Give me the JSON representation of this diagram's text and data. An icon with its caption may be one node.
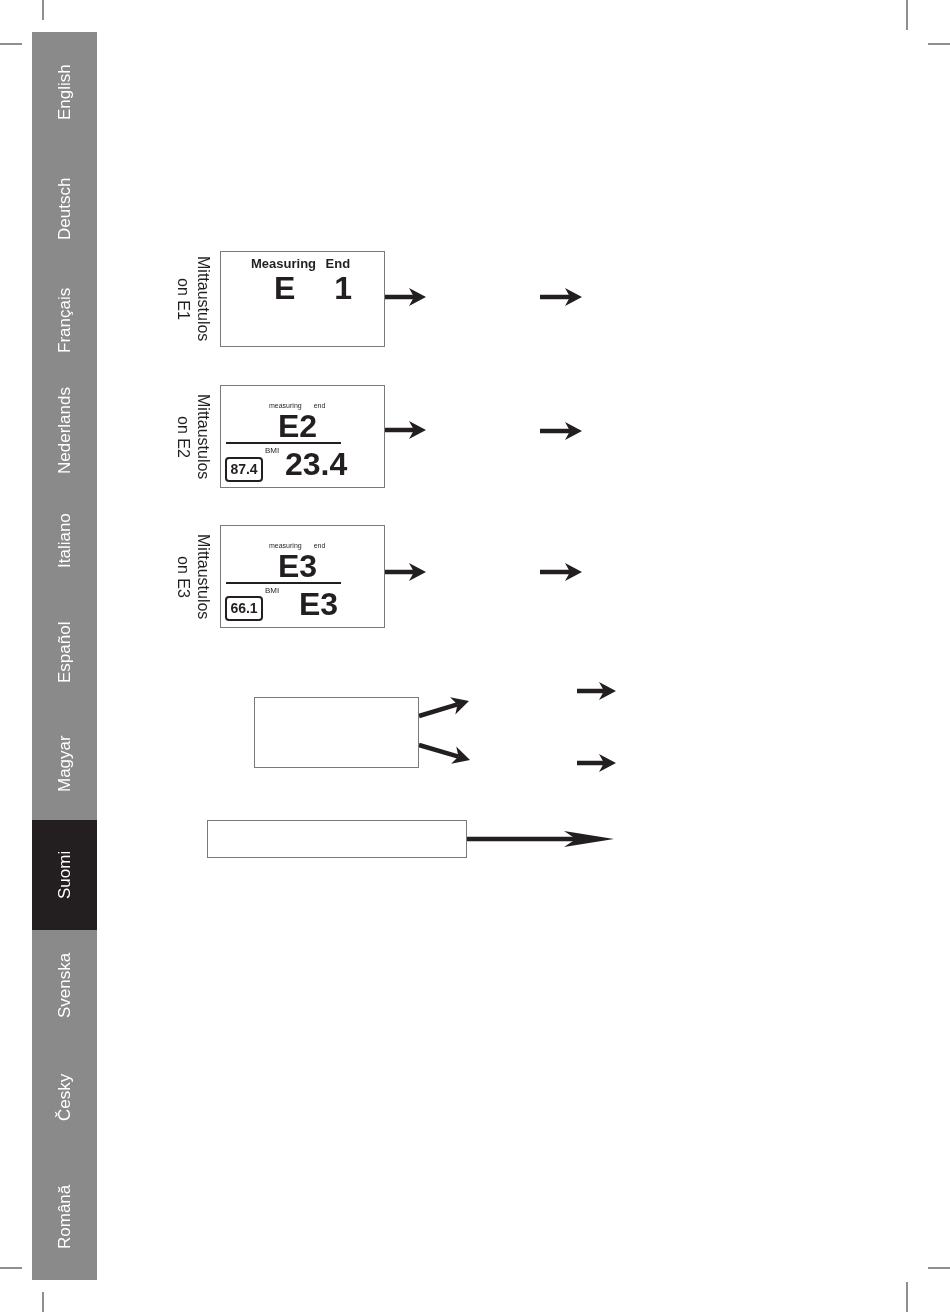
{
  "diagram": {
    "nodes": [
      {
        "text": [
          "Measuring End",
          "E 1"
        ],
        "beside": [
          "Mittaustulos on E1"
        ]
      },
      {
        "text": [
          "measuring end",
          "E2",
          "87.4",
          "BMI",
          "23.4"
        ],
        "beside": [
          "Mittaustulos on E2"
        ]
      },
      {
        "text": [
          "measuring end",
          "E3",
          "66.1",
          "BMI",
          "E3"
        ],
        "beside": [
          "Mittaustulos on E3"
        ]
      },
      {
        "text": [],
        "shape": "box"
      },
      {
        "text": [],
        "shape": "box"
      }
    ],
    "edges": [
      {
        "from": 0,
        "to": null,
        "arrow": "to"
      },
      {
        "from": 1,
        "to": null,
        "arrow": "to"
      },
      {
        "from": 2,
        "to": null,
        "arrow": "to"
      },
      {
        "from": 3,
        "to": null,
        "arrow": "to"
      },
      {
        "from": 3,
        "to": null,
        "arrow": "to"
      },
      {
        "from": 4,
        "to": null,
        "arrow": "to"
      }
    ],
    "labels": [
      "English",
      "Deutsch",
      "Français",
      "Nederlands",
      "Italiano",
      "Español",
      "Magyar",
      "Suomi",
      "Svenska",
      "Česky",
      "Română"
    ]
  }
}
